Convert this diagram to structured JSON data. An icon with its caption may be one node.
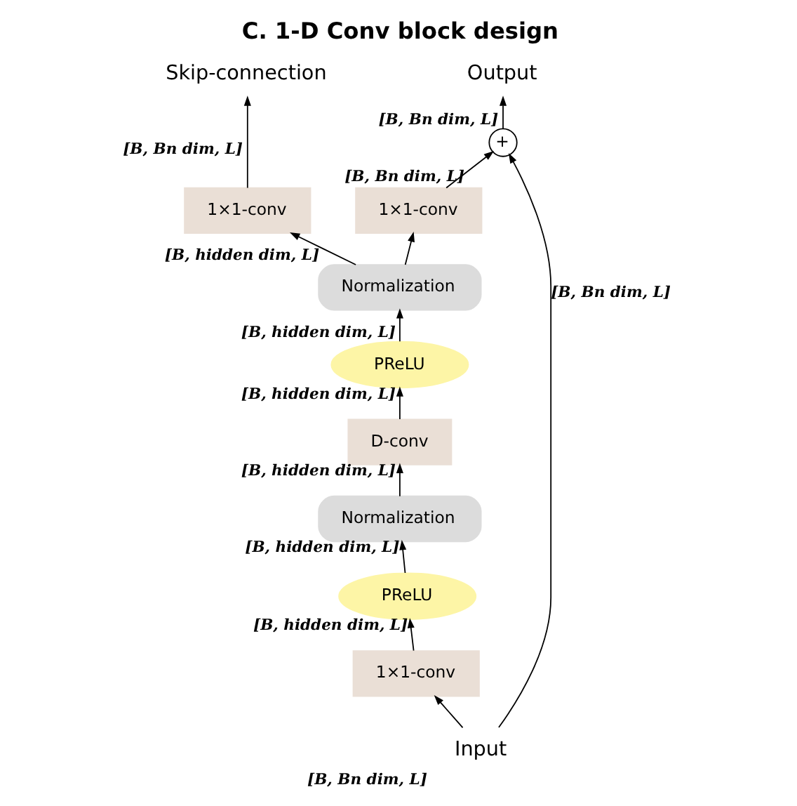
{
  "diagram": {
    "title": "C. 1-D Conv block design",
    "nodes": [
      {
        "text": [
          "Input"
        ],
        "beside": [
          "[B, Bn dim, L]"
        ]
      },
      {
        "text": [
          "1×1-conv"
        ]
      },
      {
        "text": [
          "PReLU"
        ]
      },
      {
        "text": [
          "Normalization"
        ]
      },
      {
        "text": [
          "D-conv"
        ]
      },
      {
        "text": [
          "PReLU"
        ]
      },
      {
        "text": [
          "Normalization"
        ]
      },
      {
        "text": [
          "1×1-conv"
        ]
      },
      {
        "text": [
          "1×1-conv"
        ]
      },
      {
        "text": [
          "Skip-connection"
        ]
      },
      {
        "text": [
          "Output"
        ]
      },
      {
        "text": [
          "+"
        ]
      }
    ],
    "edges": [
      {
        "from": 0,
        "to": 1,
        "arrow": "to"
      },
      {
        "from": 1,
        "to": 2,
        "arrow": "to",
        "label": "[B, hidden dim, L]"
      },
      {
        "from": 2,
        "to": 3,
        "arrow": "to",
        "label": "[B, hidden dim, L]"
      },
      {
        "from": 3,
        "to": 4,
        "arrow": "to",
        "label": "[B, hidden dim, L]"
      },
      {
        "from": 4,
        "to": 5,
        "arrow": "to",
        "label": "[B, hidden dim, L]"
      },
      {
        "from": 5,
        "to": 6,
        "arrow": "to",
        "label": "[B, hidden dim, L]"
      },
      {
        "from": 6,
        "to": 7,
        "arrow": "to",
        "label": "[B, hidden dim, L]"
      },
      {
        "from": 6,
        "to": 8,
        "arrow": "to"
      },
      {
        "from": 7,
        "to": 9,
        "arrow": "to",
        "label": "[B, Bn dim, L]"
      },
      {
        "from": 8,
        "to": 11,
        "arrow": "to",
        "label": "[B, Bn dim, L]"
      },
      {
        "from": 0,
        "to": 11,
        "arrow": "to",
        "label": "[B, Bn dim, L]"
      },
      {
        "from": 11,
        "to": 10,
        "arrow": "to",
        "label": "[B, Bn dim, L]"
      }
    ]
  }
}
